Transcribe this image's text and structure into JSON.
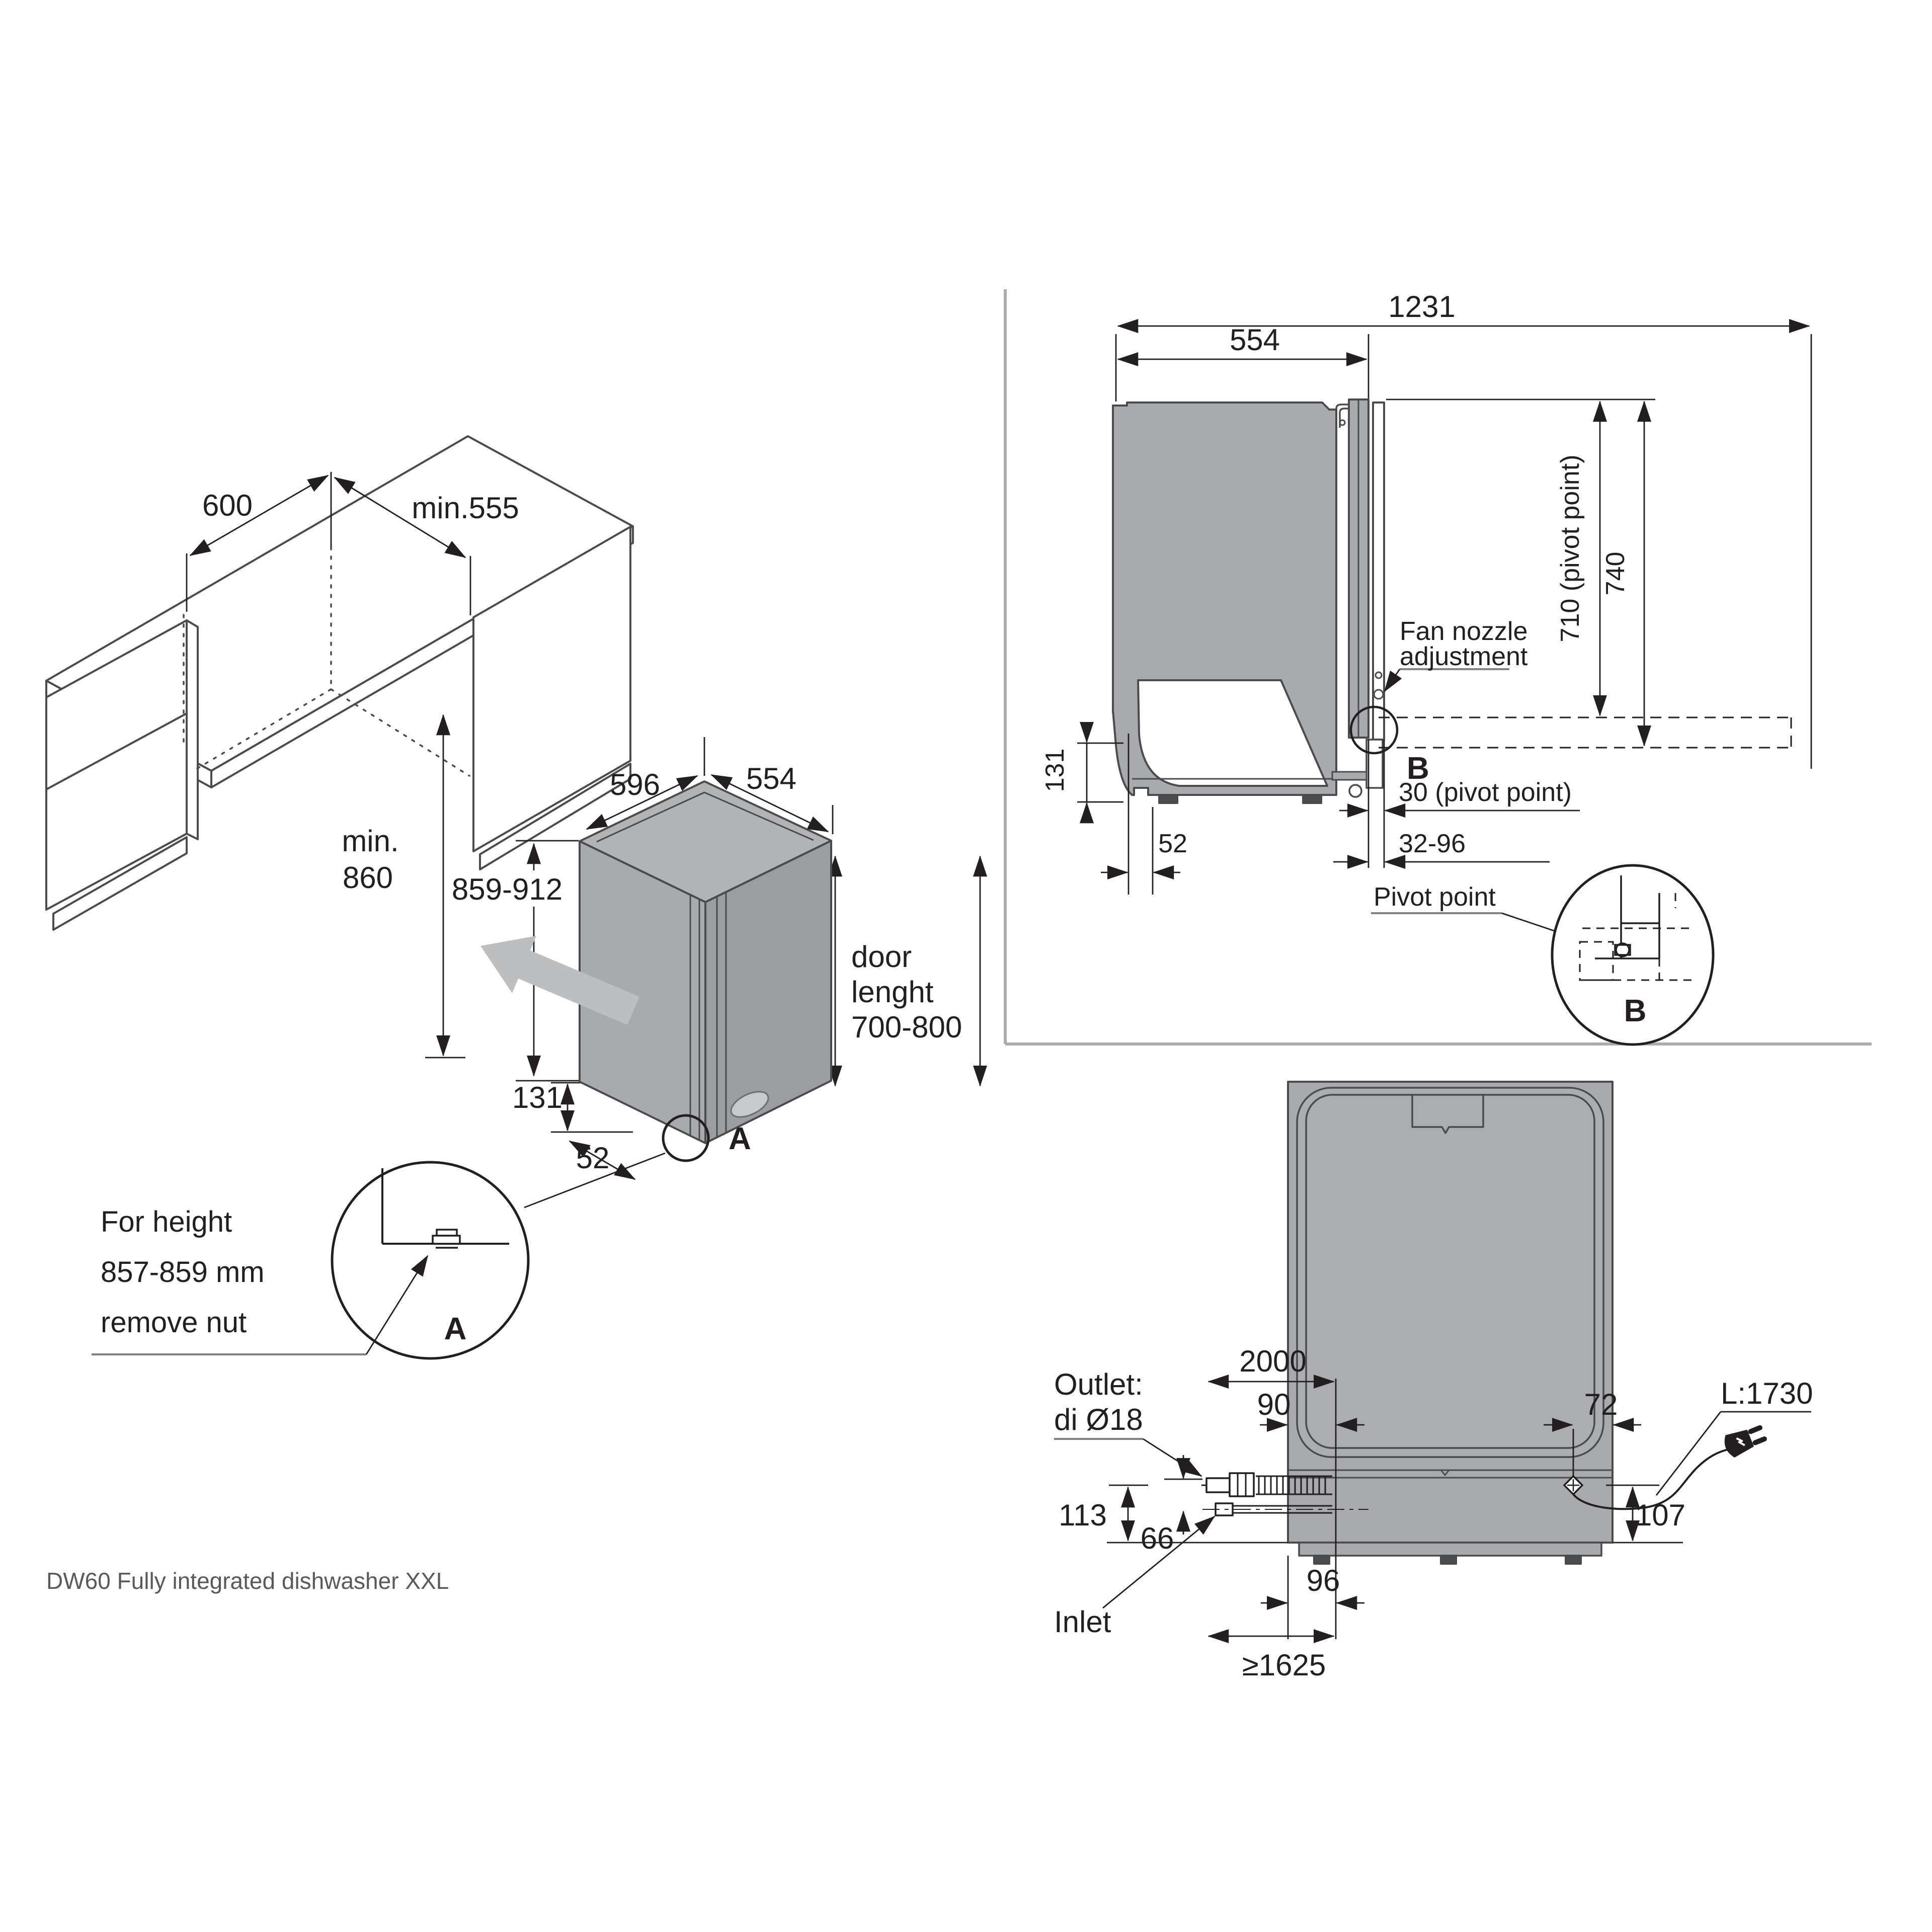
{
  "caption": "DW60 Fully integrated dishwasher XXL",
  "colors": {
    "line": "#231f20",
    "outline": "#4a4b4d",
    "body_gray": "#a8aaad",
    "top_gray": "#b1b3b5",
    "side_gray": "#9b9da0",
    "arrow_gray": "#bcbec0",
    "leader_gray": "#808285",
    "divider_gray": "#a9abae"
  },
  "iso": {
    "counter_depth": "600",
    "niche_width": "min.555",
    "niche_height_1": "min.",
    "niche_height_2": "860",
    "box_width": "596",
    "box_depth": "554",
    "box_height": "859-912",
    "door_1": "door",
    "door_2": "lenght",
    "door_3": "700-800",
    "plinth_height": "131",
    "plinth_depth": "52",
    "detail_ref": "A",
    "detail_label": "A",
    "note_1": "For height",
    "note_2": "857-859 mm",
    "note_3": "remove nut"
  },
  "side": {
    "depth_total_open": "1231",
    "depth": "554",
    "height_door_bottom": "740",
    "height_pivot": "710 (pivot point)",
    "fan_1": "Fan nozzle",
    "fan_2": "adjustment",
    "plinth_height": "131",
    "back_offset": "52",
    "pivot_offset": "30 (pivot point)",
    "panel_range": "32-96",
    "detail_ref": "B",
    "detail_label": "B",
    "pivot_label": "Pivot point"
  },
  "rear": {
    "drain_hose_length": "2000",
    "drain_pos": "90",
    "cord_pos": "72",
    "cord_length": "L:1730",
    "outlet_1": "Outlet:",
    "outlet_2": "di Ø18",
    "inlet_height": "113",
    "outlet_gap": "66",
    "cord_height": "107",
    "hose_offset": "96",
    "inlet_label": "Inlet",
    "drain_reach": "≥1625"
  }
}
